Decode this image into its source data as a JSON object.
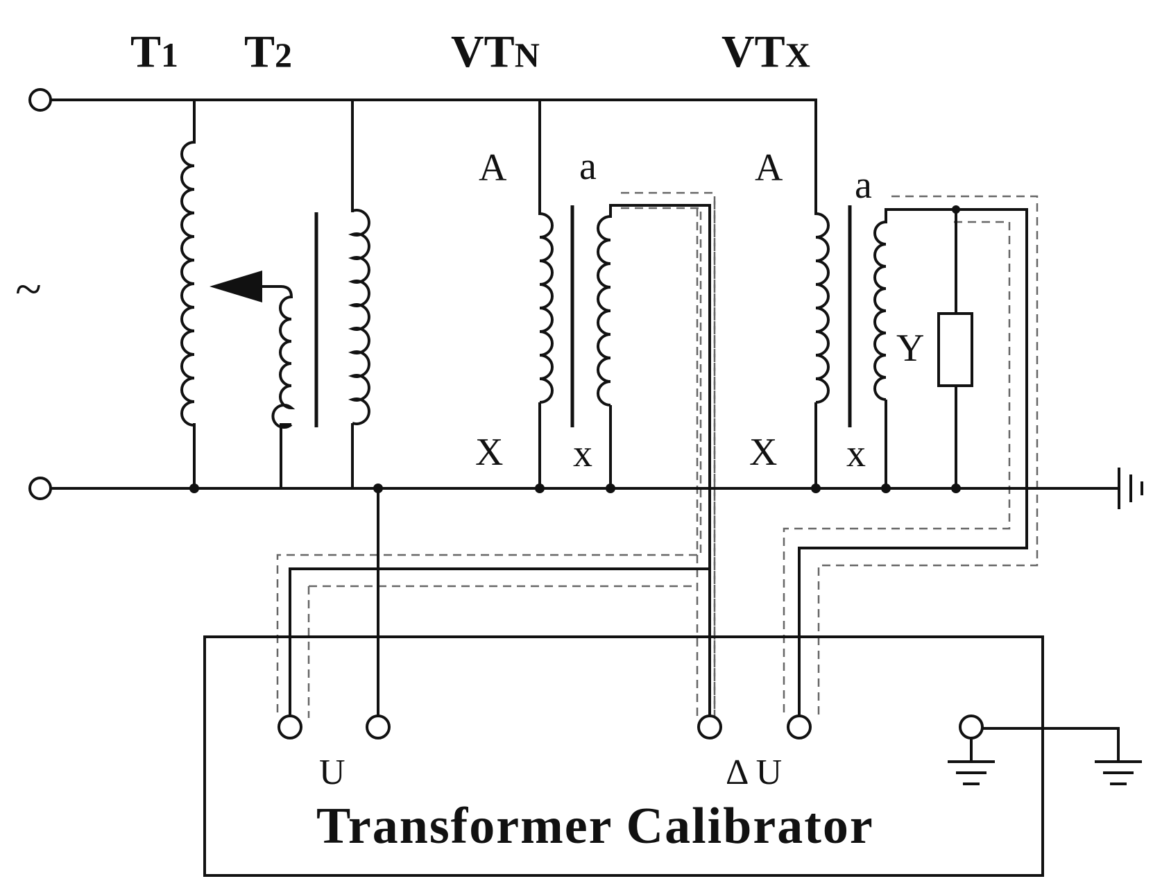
{
  "labels": {
    "t1": {
      "main": "T",
      "sub": "1"
    },
    "t2": {
      "main": "T",
      "sub": "2"
    },
    "vtn": {
      "main": "VT",
      "sub": "N"
    },
    "vtx": {
      "main": "VT",
      "sub": "X"
    },
    "ac_source": "~",
    "vtn_primary_top": "A",
    "vtn_secondary_top": "a",
    "vtn_primary_bottom": "X",
    "vtn_secondary_bottom": "x",
    "vtx_primary_top": "A",
    "vtx_secondary_top": "a",
    "vtx_primary_bottom": "X",
    "vtx_secondary_bottom": "x",
    "burden": "Y",
    "terminal_u": "U",
    "terminal_delta_u": "Δ U",
    "calibrator_title": "Transformer Calibrator"
  },
  "colors": {
    "wire": "#111111",
    "shield": "#666666",
    "background": "#ffffff"
  },
  "icons": [
    "ac-source-icon",
    "ground-icon",
    "variable-tap-arrow-icon",
    "resistor-icon"
  ]
}
